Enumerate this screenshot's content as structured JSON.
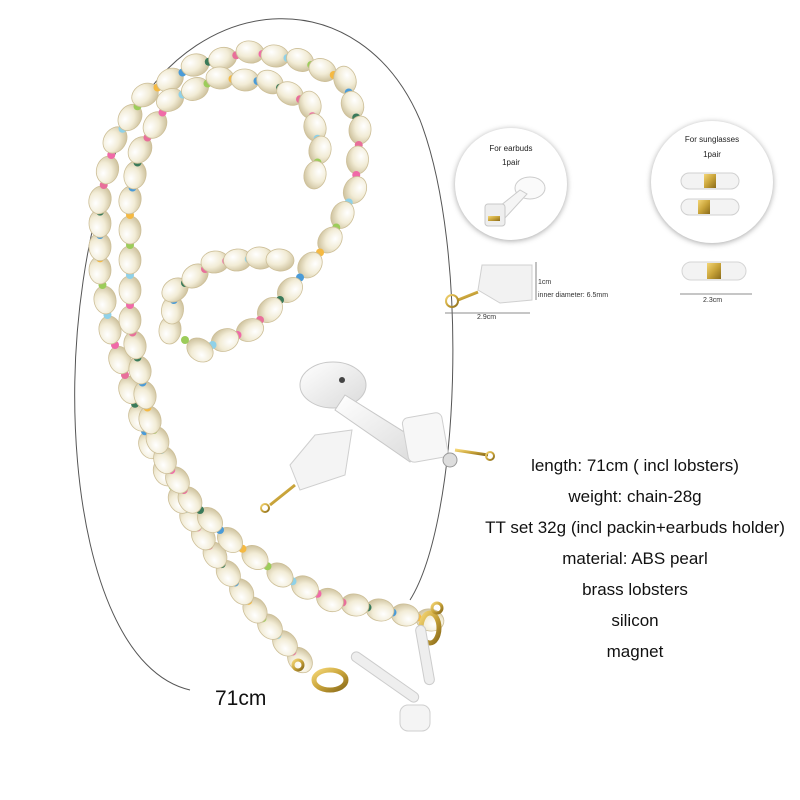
{
  "panels": {
    "earbuds": {
      "title": "For earbuds",
      "qty": "1pair"
    },
    "sunglasses": {
      "title": "For sunglasses",
      "qty": "1pair"
    }
  },
  "dimensions": {
    "holder_height": "1cm",
    "holder_inner": "inner diameter: 6.5mm",
    "holder_width": "2.9cm",
    "sunglass_loop_width": "2.3cm"
  },
  "length_label": "71cm",
  "specs": [
    "length: 71cm ( incl lobsters)",
    "weight: chain-28g",
    "TT set 32g (incl packin+earbuds holder)",
    "material: ABS pearl",
    "brass lobsters",
    "silicon",
    "magnet"
  ],
  "colors": {
    "pearl": "#f2ecd6",
    "pearl_shade": "#d9cfb0",
    "gold": "#c9a43a",
    "spacers": [
      "#f06aa8",
      "#8fd1e8",
      "#9ccc5a",
      "#f5b942",
      "#4a9bd8",
      "#3a7a5a",
      "#e86f9a"
    ]
  }
}
